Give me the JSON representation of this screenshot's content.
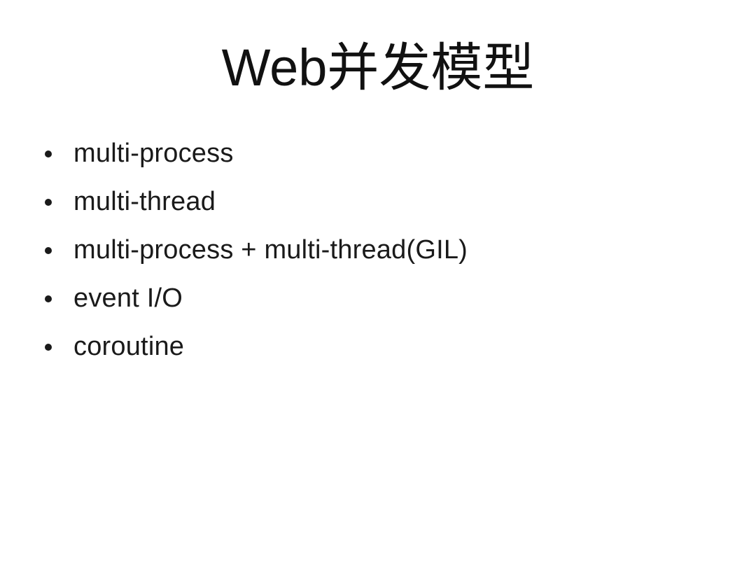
{
  "slide": {
    "title": "Web并发模型",
    "title_parts": {
      "latin": "Web",
      "cjk": "并发模型"
    },
    "bullets": [
      "multi-process",
      "multi-thread",
      "multi-process + multi-thread(GIL)",
      "event I/O",
      "coroutine"
    ],
    "colors": {
      "background": "#ffffff",
      "text": "#1a1a1a"
    }
  }
}
